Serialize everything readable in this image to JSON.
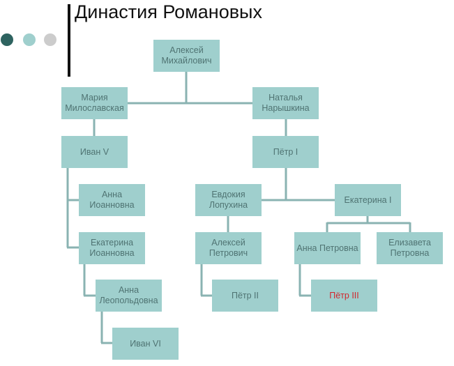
{
  "title": "Династия Романовых",
  "colors": {
    "box": "#9fcfcd",
    "text": "#4f7372",
    "line": "#8ab3b2",
    "highlight": "#d2262c",
    "dot1": "#2e6360",
    "dot2": "#9fcfcd",
    "dot3": "#cccccc"
  },
  "people": {
    "aleksey_m": "Алексей Михайлович",
    "maria": "Мария Милославская",
    "natalya": "Наталья Нарышкина",
    "ivan5": "Иван V",
    "petr1": "Пётр I",
    "anna_i": "Анна Иоанновна",
    "evdokia": "Евдокия Лопухина",
    "ekaterina1": "Екатерина I",
    "ekaterina_i": "Екатерина Иоанновна",
    "aleksey_p": "Алексей Петрович",
    "anna_p": "Анна Петровна",
    "elizaveta": "Елизавета Петровна",
    "anna_l": "Анна Леопольдовна",
    "petr2": "Пётр II",
    "petr3": "Пётр III",
    "ivan6": "Иван VI"
  }
}
